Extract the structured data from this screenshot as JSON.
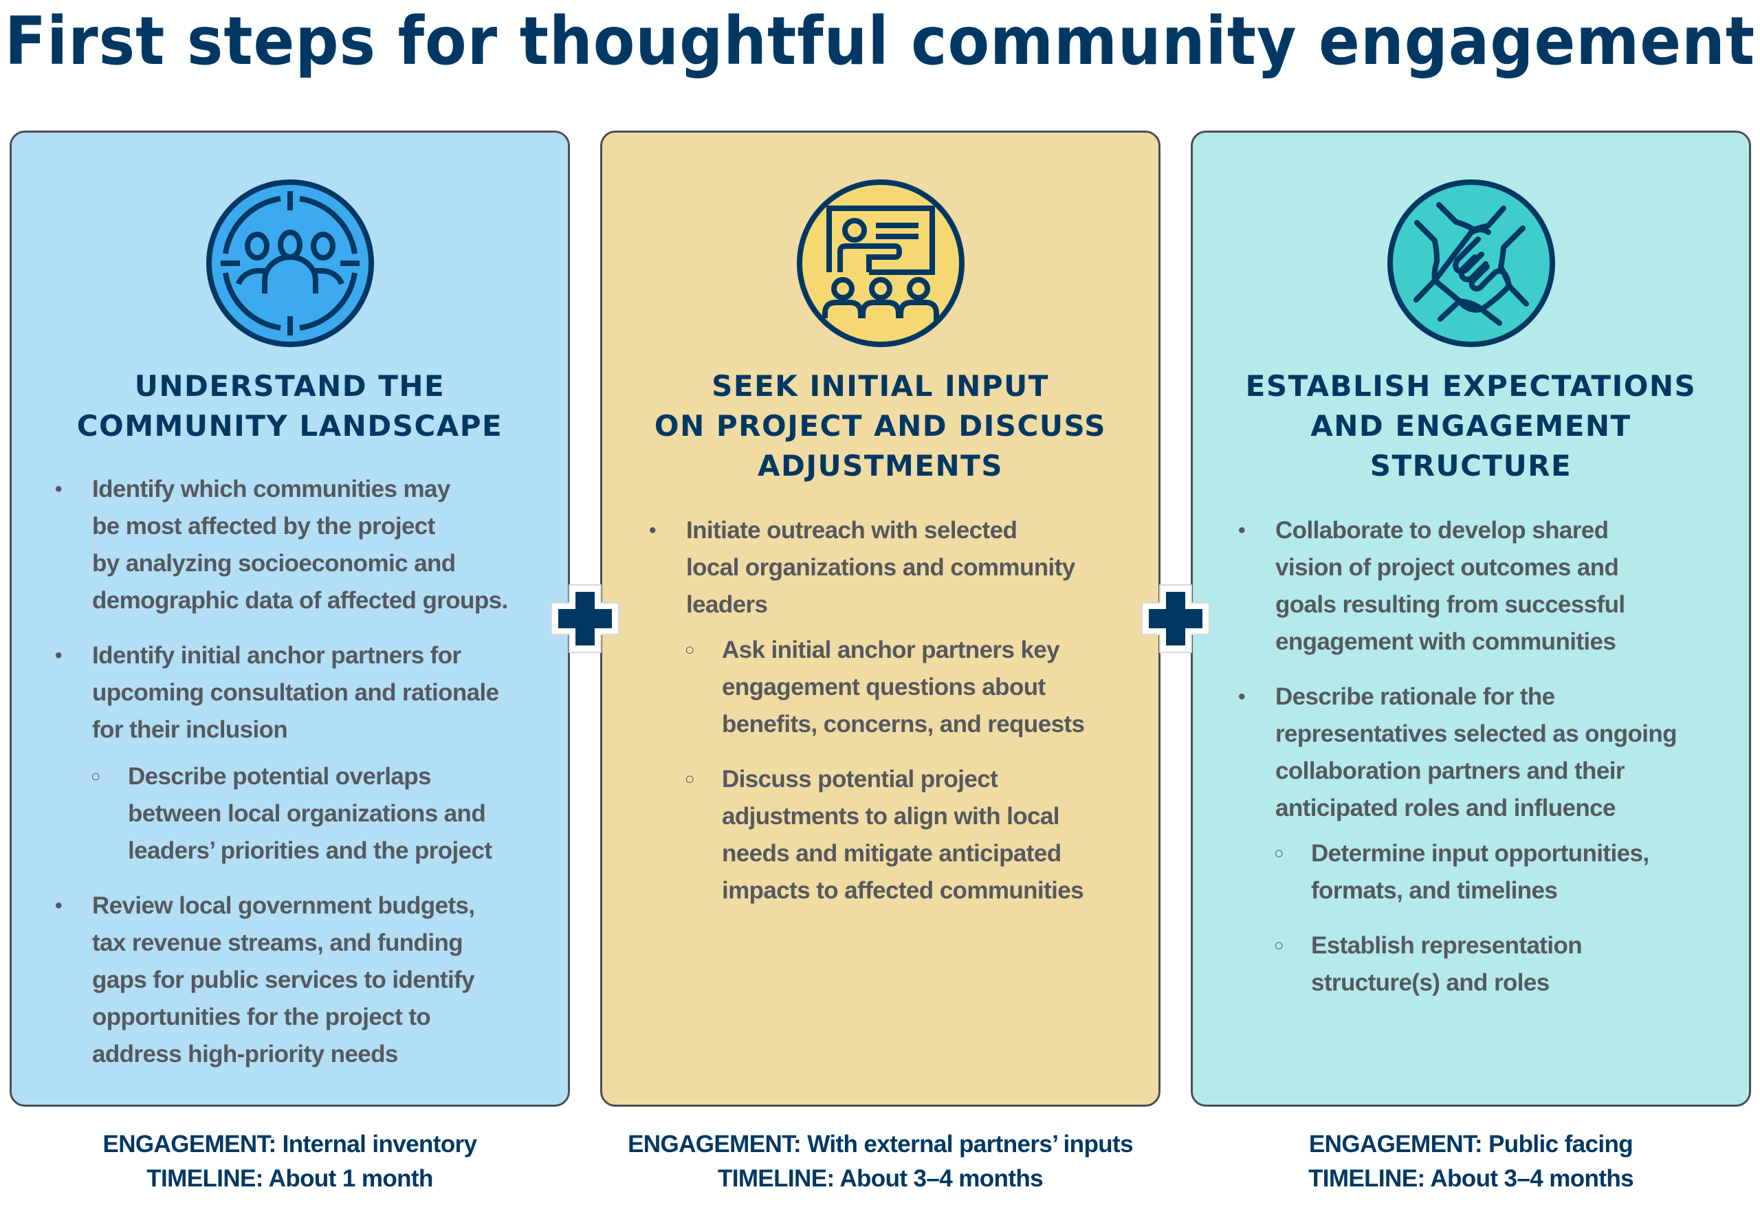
{
  "title": "First steps for thoughtful community engagement",
  "colors": {
    "navy": "#003863",
    "panel1_bg": "#b2dff6",
    "panel2_bg": "#f0dba3",
    "panel3_bg": "#b4eaea",
    "icon1_fill": "#3da9ee",
    "icon2_fill": "#f6d873",
    "icon3_fill": "#3fcdcc",
    "body_text": "#55595e"
  },
  "panels": [
    {
      "icon": "community-target-icon",
      "heading": [
        "UNDERSTAND THE",
        "COMMUNITY LANDSCAPE"
      ],
      "bullets": [
        {
          "level": 1,
          "lines": [
            "Identify which communities may",
            "be most affected by the project",
            "by analyzing socioeconomic and",
            "demographic data of affected groups."
          ]
        },
        {
          "level": 1,
          "lines": [
            "Identify initial anchor partners for",
            "upcoming consultation and rationale",
            "for their inclusion"
          ]
        },
        {
          "level": 2,
          "lines": [
            "Describe potential overlaps",
            "between local organizations and",
            "leaders’ priorities and the project"
          ]
        },
        {
          "level": 1,
          "lines": [
            "Review local government budgets,",
            "tax revenue streams, and funding",
            "gaps for public services to identify",
            "opportunities for the project to",
            "address high-priority needs"
          ]
        }
      ],
      "engagement": "ENGAGEMENT: Internal inventory",
      "timeline": "TIMELINE: About 1 month"
    },
    {
      "icon": "presentation-audience-icon",
      "heading": [
        "SEEK INITIAL INPUT",
        "ON PROJECT AND DISCUSS",
        "ADJUSTMENTS"
      ],
      "bullets": [
        {
          "level": 1,
          "lines": [
            "Initiate outreach with selected",
            "local organizations and community",
            "leaders"
          ]
        },
        {
          "level": 2,
          "lines": [
            "Ask initial anchor partners key",
            "engagement questions about",
            "benefits, concerns, and requests"
          ]
        },
        {
          "level": 2,
          "lines": [
            "Discuss potential project",
            "adjustments to align with local",
            "needs and mitigate anticipated",
            "impacts to affected communities"
          ]
        }
      ],
      "engagement": "ENGAGEMENT: With external partners’ inputs",
      "timeline": "TIMELINE: About 3–4 months"
    },
    {
      "icon": "joined-hands-icon",
      "heading": [
        "ESTABLISH EXPECTATIONS",
        "AND ENGAGEMENT",
        "STRUCTURE"
      ],
      "bullets": [
        {
          "level": 1,
          "lines": [
            "Collaborate to develop shared",
            "vision of project outcomes and",
            "goals resulting from successful",
            "engagement with communities"
          ]
        },
        {
          "level": 1,
          "lines": [
            "Describe rationale for the",
            "representatives selected as ongoing",
            "collaboration partners and their",
            "anticipated roles and influence"
          ]
        },
        {
          "level": 2,
          "lines": [
            "Determine input opportunities,",
            "formats, and timelines"
          ]
        },
        {
          "level": 2,
          "lines": [
            "Establish representation",
            "structure(s) and roles"
          ]
        }
      ],
      "engagement": "ENGAGEMENT: Public facing",
      "timeline": "TIMELINE: About 3–4 months"
    }
  ],
  "connectors": [
    "plus",
    "plus"
  ]
}
